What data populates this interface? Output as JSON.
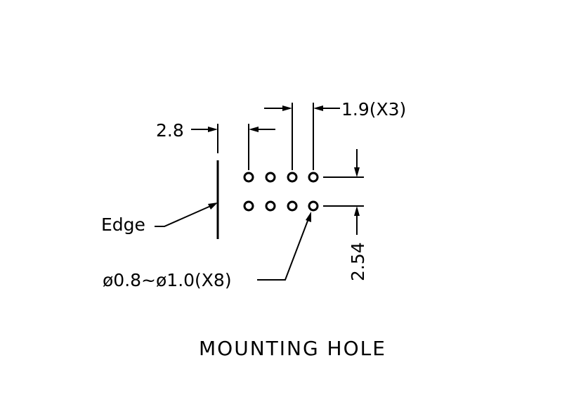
{
  "dimensions": {
    "edge_offset": "2.8",
    "pitch_x": "1.9(X3)",
    "pitch_y": "2.54"
  },
  "labels": {
    "edge": "Edge",
    "hole_diameter": "ø0.8~ø1.0(X8)"
  },
  "title": "MOUNTING HOLE"
}
